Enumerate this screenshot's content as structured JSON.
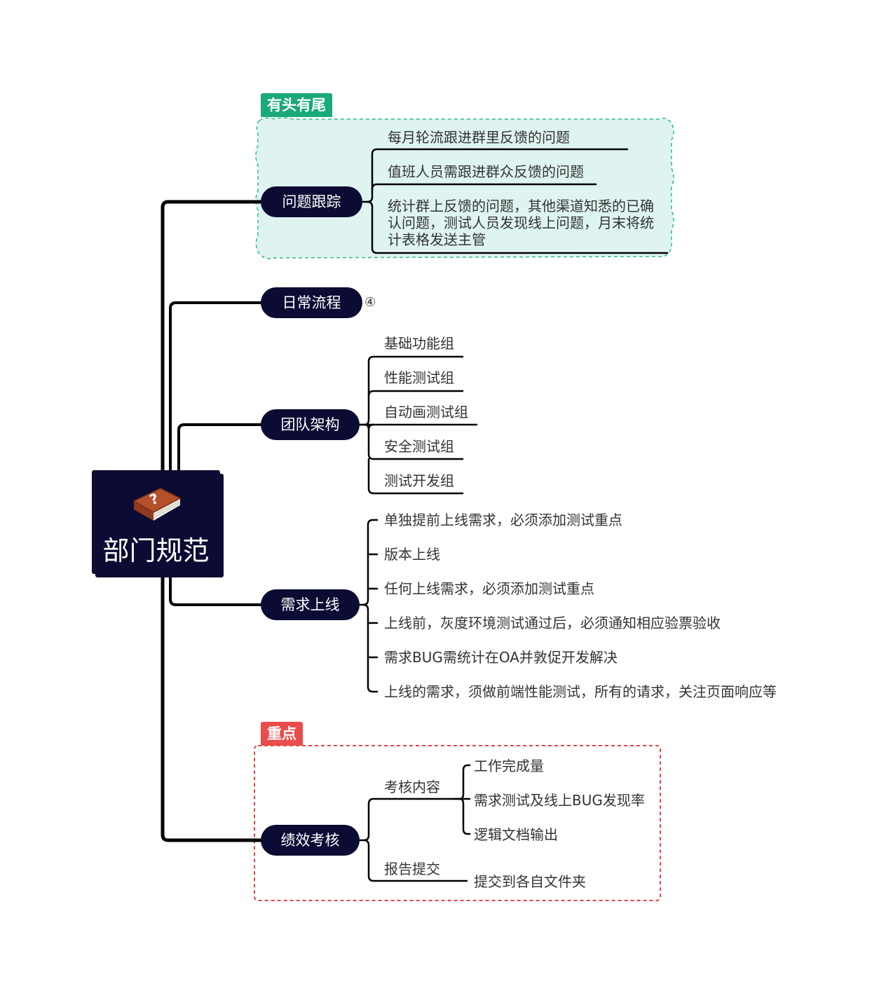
{
  "root": {
    "title": "部门规范",
    "icon": "book-icon"
  },
  "regions": {
    "tracking_label": "有头有尾",
    "performance_label": "重点"
  },
  "branches": {
    "tracking": {
      "label": "问题跟踪",
      "items": [
        "每月轮流跟进群里反馈的问题",
        "值班人员需跟进群众反馈的问题",
        "统计群上反馈的问题，其他渠道知悉的已确认问题，测试人员发现线上问题，月末将统计表格发送主管"
      ]
    },
    "daily": {
      "label": "日常流程",
      "collapsed_count": "④"
    },
    "team": {
      "label": "团队架构",
      "items": [
        "基础功能组",
        "性能测试组",
        "自动画测试组",
        "安全测试组",
        "测试开发组"
      ]
    },
    "release": {
      "label": "需求上线",
      "items": [
        "单独提前上线需求，必须添加测试重点",
        "版本上线",
        "任何上线需求，必须添加测试重点",
        "上线前，灰度环境测试通过后，必须通知相应验票验收",
        "需求BUG需统计在OA并敦促开发解决",
        "上线的需求，须做前端性能测试，所有的请求，关注页面响应等"
      ]
    },
    "performance": {
      "label": "绩效考核",
      "assess": {
        "label": "考核内容",
        "items": [
          "工作完成量",
          "需求测试及线上BUG发现率",
          "逻辑文档输出"
        ]
      },
      "report": {
        "label": "报告提交",
        "items": [
          "提交到各自文件夹"
        ]
      }
    }
  },
  "colors": {
    "node": "#0b0b33",
    "tracking_region_fill": "#dff4f1",
    "tracking_region_border": "#2ebc8c",
    "tracking_label_bg": "#1aa97a",
    "performance_region_border": "#e64545",
    "performance_label_bg": "#ea4c4c"
  }
}
